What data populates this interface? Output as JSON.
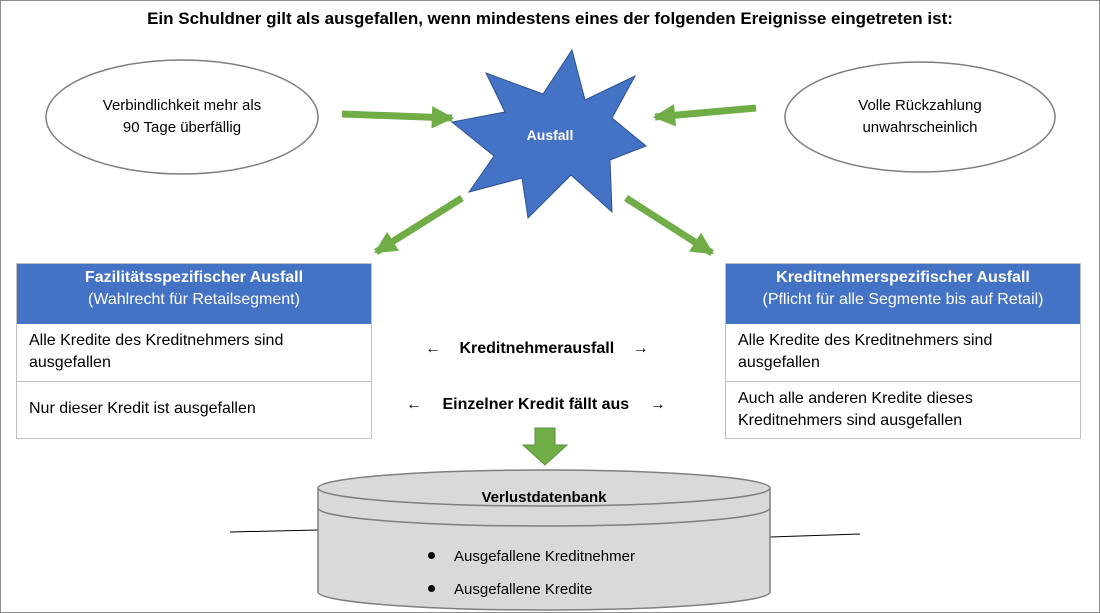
{
  "title": "Ein Schuldner gilt als ausgefallen, wenn mindestens eines der folgenden Ereignisse eingetreten ist:",
  "oval_left": [
    "Verbindlichkeit mehr als",
    "90 Tage überfällig"
  ],
  "oval_right": [
    "Volle Rückzahlung",
    "unwahrscheinlich"
  ],
  "burst": "Ausfall",
  "left_box": {
    "heading": "Fazilitätsspezifischer Ausfall",
    "subheading": "(Wahlrecht für Retailsegment)",
    "row1": "Alle Kredite des Kreditnehmers sind ausgefallen",
    "row2": "Nur dieser Kredit ist ausgefallen"
  },
  "right_box": {
    "heading": "Kreditnehmerspezifischer Ausfall",
    "subheading": "(Pflicht für alle Segmente bis auf Retail)",
    "row1": "Alle Kredite des Kreditnehmers sind ausgefallen",
    "row2": "Auch alle anderen Kredite dieses Kreditnehmers sind ausgefallen"
  },
  "middle": {
    "label1": "Kreditnehmerausfall",
    "label2": "Einzelner Kredit fällt aus",
    "arrow_left": "←",
    "arrow_right": "→"
  },
  "database": {
    "title": "Verlustdatenbank",
    "items": [
      "Ausgefallene Kreditnehmer",
      "Ausgefallene Kredite"
    ]
  },
  "colors": {
    "accent_blue": "#4472c4",
    "arrow_green": "#70ad47",
    "db_fill": "#d9d9d9"
  }
}
